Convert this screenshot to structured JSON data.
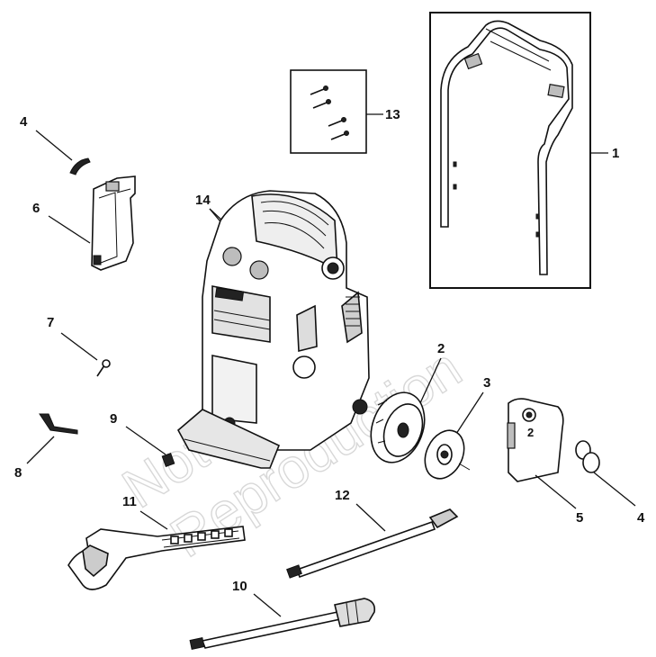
{
  "watermark": {
    "line1": "Not For",
    "line2": "Reproduction"
  },
  "callouts": {
    "c1": "1",
    "c2": "2",
    "c3": "3",
    "c4a": "4",
    "c4b": "4",
    "c5": "5",
    "c6": "6",
    "c7": "7",
    "c8": "8",
    "c9": "9",
    "c10": "10",
    "c11": "11",
    "c12": "12",
    "c13": "13",
    "c14": "14"
  },
  "decals": {
    "tank_number": "2"
  }
}
